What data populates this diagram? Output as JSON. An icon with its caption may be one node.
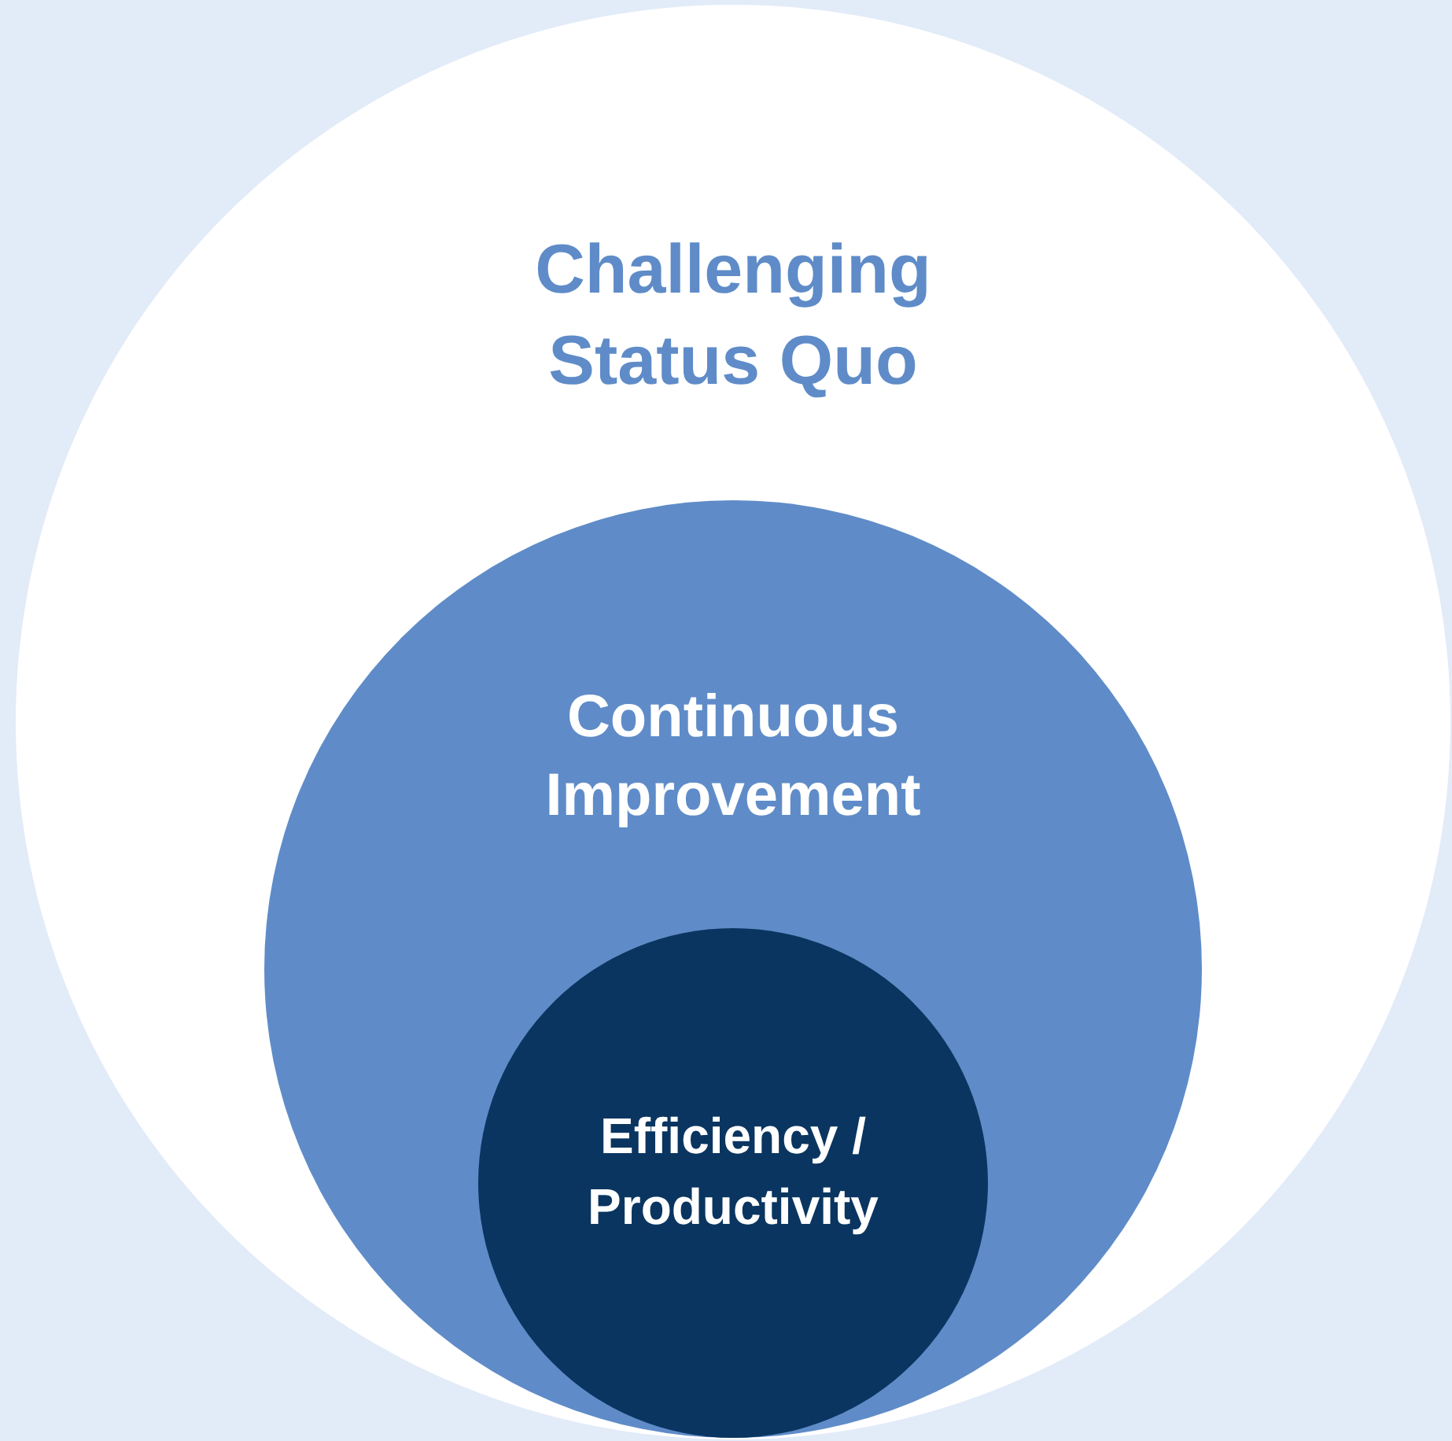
{
  "diagram": {
    "nodes": [
      {
        "text": [
          "Challenging Status Quo"
        ]
      },
      {
        "text": [
          "Continuous Improvement"
        ],
        "in": 0
      },
      {
        "text": [
          "Efficiency / Productivity"
        ],
        "in": 1
      }
    ]
  }
}
